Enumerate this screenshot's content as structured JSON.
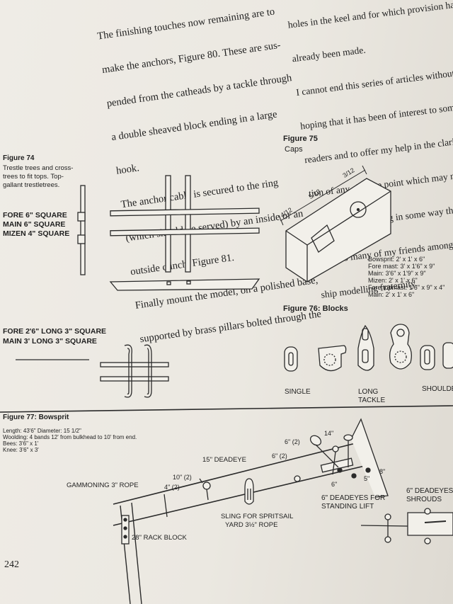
{
  "left_column": [
    "The finishing touches now remaining are to",
    "make the anchors, Figure 80. These are sus-",
    "pended from the catheads by a tackle through",
    "a double sheaved block ending in a large",
    "hook.",
    "The anchor cable is secured to the ring",
    "(which should be served) by an inside or an",
    "outside clinch, Figure 81.",
    "Finally mount the model, on a polished base,",
    "supported by brass pillars bolted through the"
  ],
  "right_column": [
    "holes in the keel and for which provision has",
    "already been made.",
    "I cannot end this series of articles without",
    "hoping that it has been of interest to some",
    "readers and to offer my help in the clarifica-",
    "tion of any obscure point which may need it.",
    "This is only  repaying in some way the debt",
    "I owe to many of my friends amongst the",
    "ship modelling fraternity."
  ],
  "fig74": {
    "title": "Figure 74",
    "caption": [
      "Trestle trees and cross-",
      "trees to fit tops. Top-",
      "gallant trestletrees."
    ],
    "sizes": [
      "FORE 6\" SQUARE",
      "MAIN 6\" SQUARE",
      "MIZEN 4\" SQUARE"
    ],
    "lengths": [
      "FORE 2'6\" LONG 3\" SQUARE",
      "MAIN 3' LONG 3\" SQUARE"
    ]
  },
  "fig75": {
    "title": "Figure 75",
    "subtitle": "Caps",
    "dims": [
      "4/12",
      "5/12",
      "3/12"
    ],
    "specs": [
      "Bowsprit: 2' x 1' x 6\"",
      "Fore mast: 3' x 1'6\" x 9\"",
      "Main: 3'6\" x 1'9\" x 9\"",
      "Mizen: 2' x 1' x 6\"",
      "Fore topmast: 1'6\" x 9\" x 4\"",
      "Main: 2' x 1' x 6\""
    ]
  },
  "fig76": {
    "title": "Figure 76: Blocks",
    "labels": [
      "SINGLE",
      "LONG",
      "TACKLE",
      "SHOULDER"
    ]
  },
  "fig77": {
    "title": "Figure 77: Bowsprit",
    "specs": [
      "Length: 43'6\" Diameter: 15 1/2\"",
      "Woolding: 4 bands 12' from bulkhead to 10' from end.",
      "Bees: 3'6\" x 1'",
      "Knee: 3'6\" x 3'"
    ],
    "labels": {
      "gammoning": "GAMMONING 3\" ROPE",
      "rack_block": "28\" RACK BLOCK",
      "deadeye15": "15\" DEADEYE",
      "sling": "SLING FOR SPRITSAIL",
      "sling2": "YARD 3½\" ROPE",
      "s10": "10\" (2)",
      "s4": "4\" (2)",
      "s6a": "6\" (2)",
      "s6b": "6\" (2)",
      "s14": "14\"",
      "s6c": "6\"",
      "s5": "5\"",
      "s8": "8\"",
      "standing1": "6\" DEADEYES FOR",
      "standing2": "STANDING LIFT",
      "shrouds1": "6\" DEADEYES",
      "shrouds2": "SHROUDS"
    }
  },
  "page_number": "242"
}
